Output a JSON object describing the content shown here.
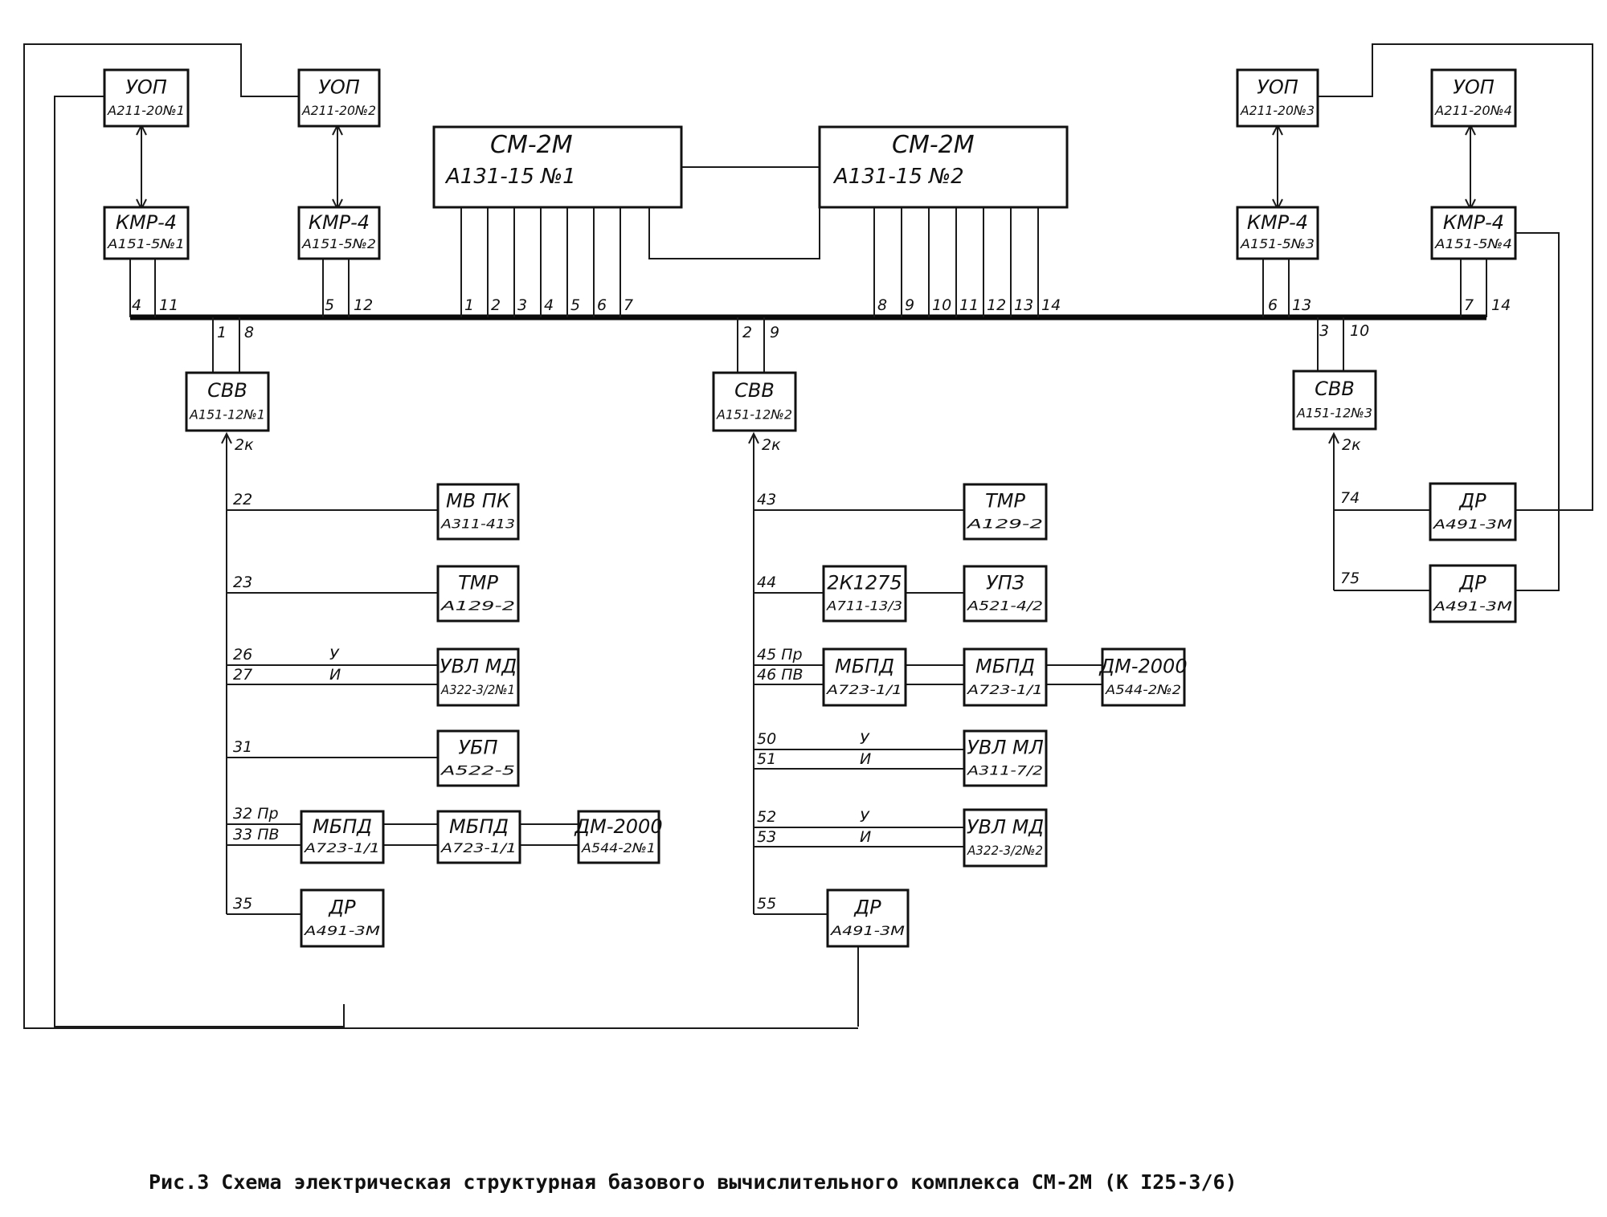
{
  "caption": "Рис.3 Схема электрическая структурная базового вычислительного комплекса СМ-2М (К I25-3/6)",
  "processors": [
    {
      "id": "cpu1",
      "title": "СМ-2М",
      "code": "А131-15 №1"
    },
    {
      "id": "cpu2",
      "title": "СМ-2М",
      "code": "А131-15 №2"
    }
  ],
  "blocks": [
    {
      "id": "uop1",
      "title": "УОП",
      "code": "А211-20№1"
    },
    {
      "id": "uop2",
      "title": "УОП",
      "code": "А211-20№2"
    },
    {
      "id": "uop3",
      "title": "УОП",
      "code": "А211-20№3"
    },
    {
      "id": "uop4",
      "title": "УОП",
      "code": "А211-20№4"
    },
    {
      "id": "kmr1",
      "title": "КМР-4",
      "code": "А151-5№1"
    },
    {
      "id": "kmr2",
      "title": "КМР-4",
      "code": "А151-5№2"
    },
    {
      "id": "kmr3",
      "title": "КМР-4",
      "code": "А151-5№3"
    },
    {
      "id": "kmr4",
      "title": "КМР-4",
      "code": "А151-5№4"
    },
    {
      "id": "svv1",
      "title": "СВВ",
      "code": "А151-12№1"
    },
    {
      "id": "svv2",
      "title": "СВВ",
      "code": "А151-12№2"
    },
    {
      "id": "svv3",
      "title": "СВВ",
      "code": "А151-12№3"
    },
    {
      "id": "mvpk",
      "title": "МВ ПК",
      "code": "А311-413"
    },
    {
      "id": "tmr1",
      "title": "ТМР",
      "code": "А129-2"
    },
    {
      "id": "uvlmd1",
      "title": "УВЛ МД",
      "code": "А322-3/2№1"
    },
    {
      "id": "ubp",
      "title": "УБП",
      "code": "А522-5"
    },
    {
      "id": "mbpd1",
      "title": "МБПД",
      "code": "А723-1/1"
    },
    {
      "id": "mbpd2",
      "title": "МБПД",
      "code": "А723-1/1"
    },
    {
      "id": "dm1",
      "title": "ДМ-2000",
      "code": "А544-2№1"
    },
    {
      "id": "dr1",
      "title": "ДР",
      "code": "А491-3М"
    },
    {
      "id": "tmr2",
      "title": "ТМР",
      "code": "А129-2"
    },
    {
      "id": "k1",
      "title": "2К1275",
      "code": "А711-13/3"
    },
    {
      "id": "upz",
      "title": "УПЗ",
      "code": "А521-4/2"
    },
    {
      "id": "mbpd3",
      "title": "МБПД",
      "code": "А723-1/1"
    },
    {
      "id": "mbpd4",
      "title": "МБПД",
      "code": "А723-1/1"
    },
    {
      "id": "dm2",
      "title": "ДМ-2000",
      "code": "А544-2№2"
    },
    {
      "id": "uvlml",
      "title": "УВЛ МЛ",
      "code": "А311-7/2"
    },
    {
      "id": "uvlmd2",
      "title": "УВЛ МД",
      "code": "А322-3/2№2"
    },
    {
      "id": "dr2",
      "title": "ДР",
      "code": "А491-3М"
    },
    {
      "id": "dr3",
      "title": "ДР",
      "code": "А491-3М"
    },
    {
      "id": "dr4",
      "title": "ДР",
      "code": "А491-3М"
    }
  ],
  "labels": [
    {
      "id": "n4",
      "text": "4"
    },
    {
      "id": "n11",
      "text": "11"
    },
    {
      "id": "n5",
      "text": "5"
    },
    {
      "id": "n12",
      "text": "12"
    },
    {
      "id": "c1",
      "text": "1"
    },
    {
      "id": "c2",
      "text": "2"
    },
    {
      "id": "c3",
      "text": "3"
    },
    {
      "id": "c4",
      "text": "4"
    },
    {
      "id": "c5",
      "text": "5"
    },
    {
      "id": "c6",
      "text": "6"
    },
    {
      "id": "c7",
      "text": "7"
    },
    {
      "id": "c8",
      "text": "8"
    },
    {
      "id": "c9",
      "text": "9"
    },
    {
      "id": "c10",
      "text": "10"
    },
    {
      "id": "c11",
      "text": "11"
    },
    {
      "id": "c12",
      "text": "12"
    },
    {
      "id": "c13",
      "text": "13"
    },
    {
      "id": "c14",
      "text": "14"
    },
    {
      "id": "r6",
      "text": "6"
    },
    {
      "id": "r13",
      "text": "13"
    },
    {
      "id": "r7",
      "text": "7"
    },
    {
      "id": "r14",
      "text": "14"
    },
    {
      "id": "s1",
      "text": "1"
    },
    {
      "id": "s8",
      "text": "8"
    },
    {
      "id": "s2",
      "text": "2"
    },
    {
      "id": "s9",
      "text": "9"
    },
    {
      "id": "s3",
      "text": "3"
    },
    {
      "id": "s10",
      "text": "10"
    },
    {
      "id": "k2a",
      "text": "2к"
    },
    {
      "id": "k2b",
      "text": "2к"
    },
    {
      "id": "k2c",
      "text": "2к"
    },
    {
      "id": "l22",
      "text": "22"
    },
    {
      "id": "l23",
      "text": "23"
    },
    {
      "id": "l26",
      "text": "26"
    },
    {
      "id": "l27",
      "text": "27"
    },
    {
      "id": "l26u",
      "text": "У"
    },
    {
      "id": "l27i",
      "text": "И"
    },
    {
      "id": "l31",
      "text": "31"
    },
    {
      "id": "l32",
      "text": "32 Пр"
    },
    {
      "id": "l33",
      "text": "33 ПВ"
    },
    {
      "id": "l35",
      "text": "35"
    },
    {
      "id": "l43",
      "text": "43"
    },
    {
      "id": "l44",
      "text": "44"
    },
    {
      "id": "l45",
      "text": "45 Пр"
    },
    {
      "id": "l46",
      "text": "46 ПВ"
    },
    {
      "id": "l50",
      "text": "50"
    },
    {
      "id": "l51",
      "text": "51"
    },
    {
      "id": "l50u",
      "text": "У"
    },
    {
      "id": "l51i",
      "text": "И"
    },
    {
      "id": "l52",
      "text": "52"
    },
    {
      "id": "l53",
      "text": "53"
    },
    {
      "id": "l52u",
      "text": "У"
    },
    {
      "id": "l53i",
      "text": "И"
    },
    {
      "id": "l55",
      "text": "55"
    },
    {
      "id": "l74",
      "text": "74"
    },
    {
      "id": "l75",
      "text": "75"
    }
  ]
}
